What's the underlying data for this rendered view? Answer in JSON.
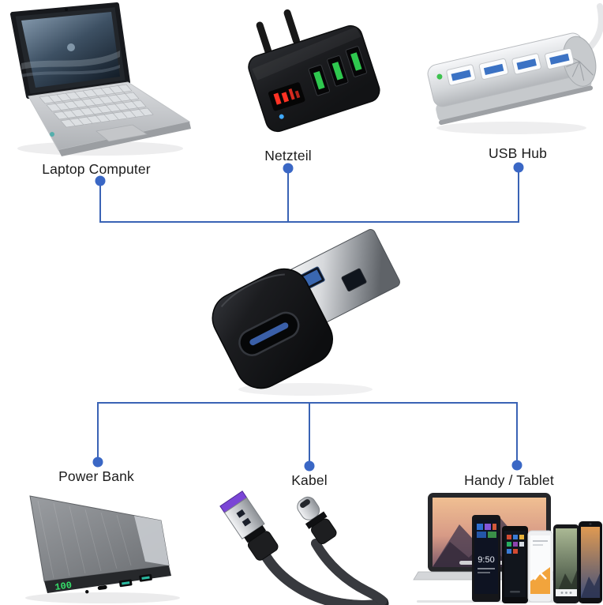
{
  "connector": {
    "line_color": "#3a63b5",
    "dot_color": "#3a67c5"
  },
  "labels": {
    "laptop": "Laptop Computer",
    "charger": "Netzteil",
    "usb_hub": "USB Hub",
    "power_bank": "Power Bank",
    "cable": "Kabel",
    "phone_tablet": "Handy / Tablet"
  },
  "devices": {
    "power_bank": {
      "battery_display": "100"
    },
    "phone": {
      "clock": "9:50"
    }
  },
  "accent_colors": {
    "usb_port_green": "#2fc84f",
    "usb_port_blue": "#3b72c4",
    "charger_led_red": "#ff3224",
    "battery_display_green": "#35e06a",
    "cable_plug_purple": "#7a45d6"
  }
}
